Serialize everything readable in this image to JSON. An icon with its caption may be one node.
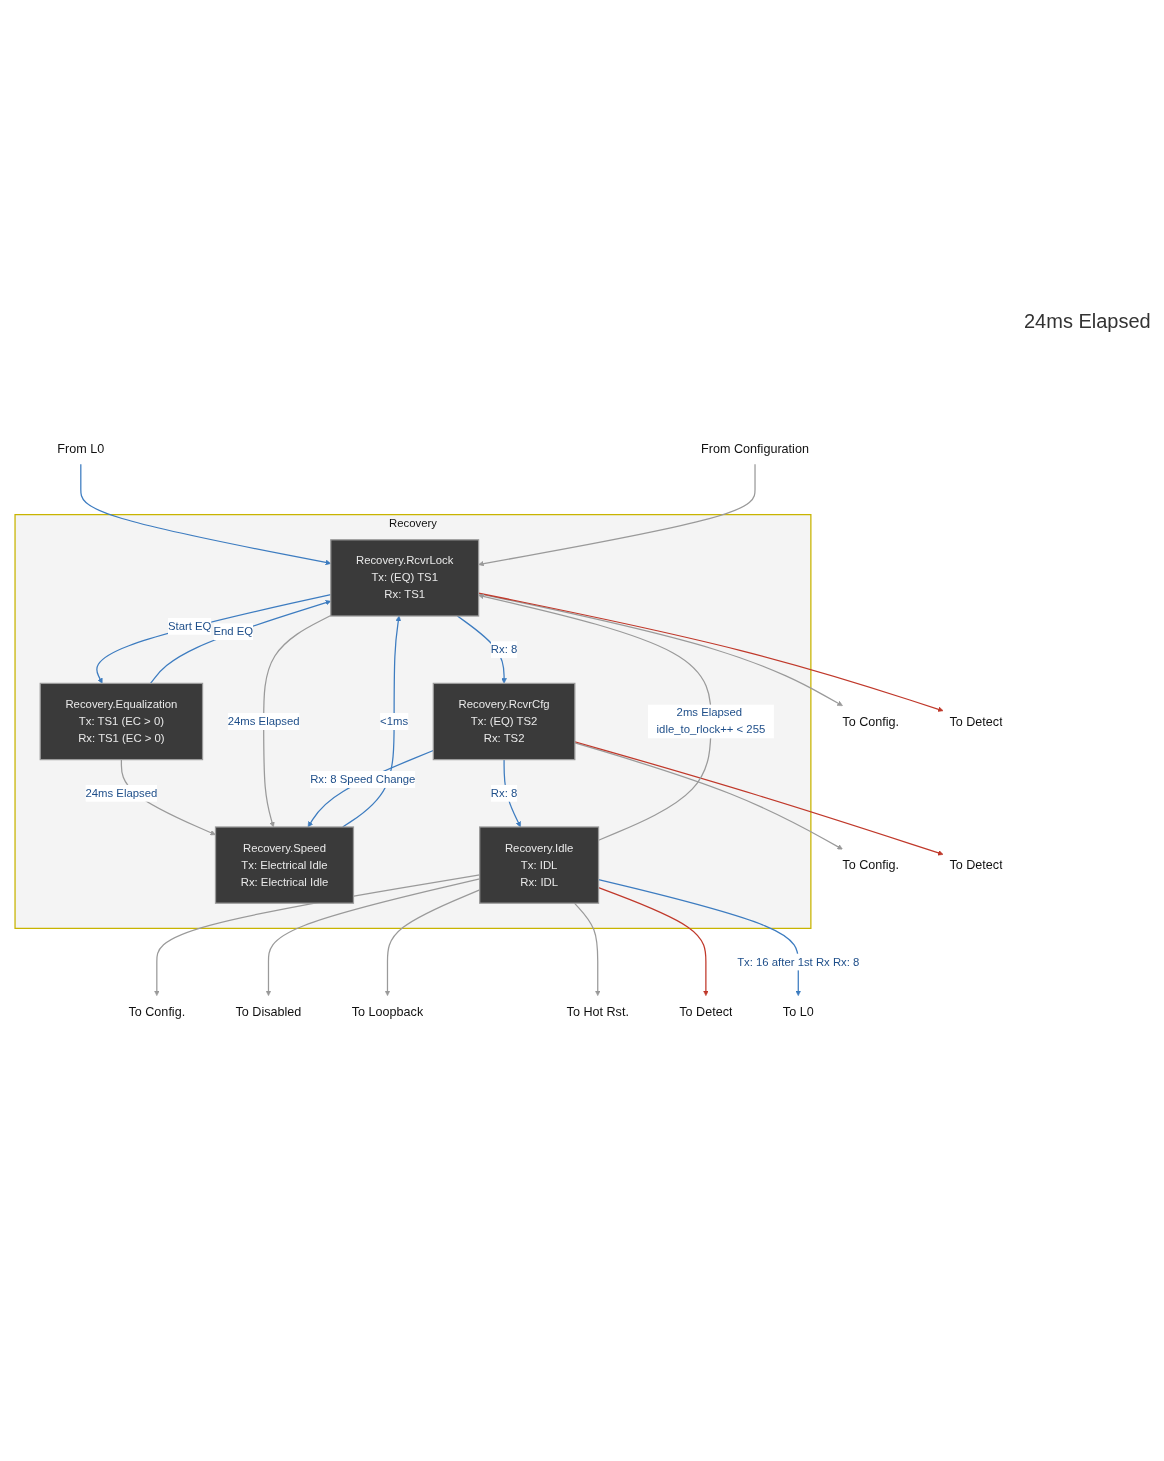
{
  "diagram": {
    "nodes": [
      {
        "text": [
          "Recovery"
        ]
      },
      {
        "text": [
          "From L0"
        ]
      },
      {
        "text": [
          "From Configuration"
        ]
      },
      {
        "text": [
          "Recovery.RcvrLock",
          "Tx: (EQ) TS1",
          "Rx: TS1"
        ],
        "in": 0
      },
      {
        "text": [
          "Recovery.Equalization",
          "Tx: TS1 (EC > 0)",
          "Rx: TS1 (EC > 0)"
        ],
        "in": 0
      },
      {
        "text": [
          "Recovery.Speed",
          "Tx: Electrical Idle",
          "Rx: Electrical Idle"
        ],
        "in": 0
      },
      {
        "text": [
          "Recovery.RcvrCfg",
          "Tx: (EQ) TS2",
          "Rx: TS2"
        ],
        "in": 0
      },
      {
        "text": [
          "Recovery.Idle",
          "Tx: IDL",
          "Rx: IDL"
        ],
        "in": 0
      },
      {
        "text": [
          "To Config."
        ]
      },
      {
        "text": [
          "To Detect"
        ]
      },
      {
        "text": [
          "To Config."
        ]
      },
      {
        "text": [
          "To Detect"
        ]
      },
      {
        "text": [
          "To Config."
        ]
      },
      {
        "text": [
          "To Disabled"
        ]
      },
      {
        "text": [
          "To Loopback"
        ]
      },
      {
        "text": [
          "To Hot Rst."
        ]
      },
      {
        "text": [
          "To Detect"
        ]
      },
      {
        "text": [
          "To L0"
        ]
      }
    ],
    "edges": [
      {
        "from": 1,
        "to": 3,
        "arrow": "to",
        "color": "#3d7cc0"
      },
      {
        "from": 2,
        "to": 3,
        "arrow": "to"
      },
      {
        "from": 3,
        "to": 8,
        "arrow": "to"
      },
      {
        "from": 3,
        "to": 9,
        "arrow": "to",
        "color": "#c0392b"
      },
      {
        "from": 3,
        "to": 4,
        "label": "Start EQ",
        "arrow": "to",
        "color": "#3d7cc0"
      },
      {
        "from": 4,
        "to": 3,
        "label": "End EQ",
        "arrow": "to",
        "color": "#3d7cc0"
      },
      {
        "from": 4,
        "to": 5,
        "label": "24ms Elapsed",
        "arrow": "to"
      },
      {
        "from": 5,
        "to": 3,
        "label": "<1ms",
        "arrow": "to",
        "color": "#3d7cc0"
      },
      {
        "from": 3,
        "to": 5,
        "label": "24ms Elapsed",
        "arrow": "to"
      },
      {
        "from": 3,
        "to": 6,
        "label": "Rx: 8",
        "arrow": "to",
        "color": "#3d7cc0"
      },
      {
        "from": 6,
        "to": 5,
        "label": "Rx: 8 Speed Change",
        "arrow": "to",
        "color": "#3d7cc0"
      },
      {
        "from": 6,
        "to": 10,
        "arrow": "to"
      },
      {
        "from": 6,
        "to": 11,
        "arrow": "to",
        "color": "#c0392b"
      },
      {
        "from": 6,
        "to": 7,
        "label": "Rx: 8",
        "arrow": "to",
        "color": "#3d7cc0"
      },
      {
        "from": 7,
        "to": 12,
        "arrow": "to"
      },
      {
        "from": 7,
        "to": 13,
        "arrow": "to"
      },
      {
        "from": 7,
        "to": 14,
        "arrow": "to"
      },
      {
        "from": 7,
        "to": 15,
        "arrow": "to"
      },
      {
        "from": 7,
        "to": 16,
        "arrow": "to",
        "color": "#c0392b"
      },
      {
        "from": 7,
        "to": 3,
        "label": "2ms Elapsed idle_to_rlock++ < 255",
        "arrow": "to"
      },
      {
        "from": 7,
        "to": 17,
        "label": "Tx: 16 after 1st Rx Rx: 8",
        "arrow": "to",
        "color": "#3d7cc0"
      }
    ],
    "labels": [
      "24ms Elapsed"
    ]
  }
}
